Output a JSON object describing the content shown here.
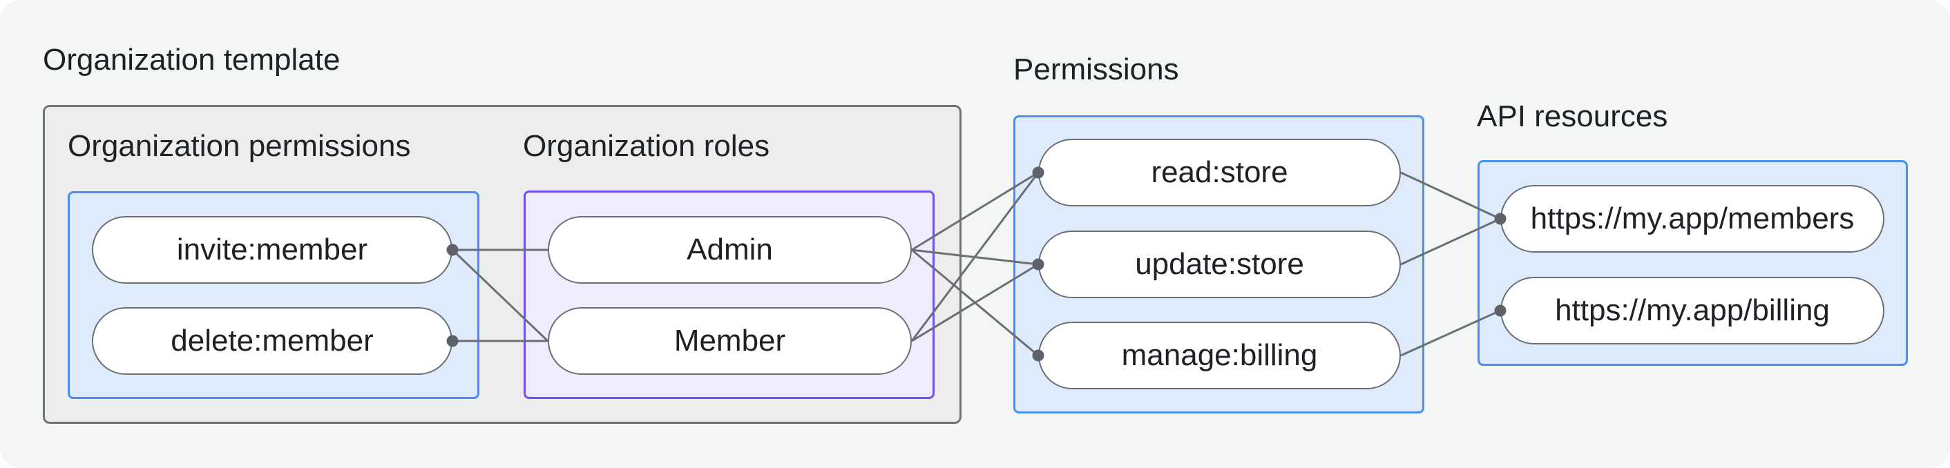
{
  "diagram_title": "Organization template",
  "sections": {
    "org_permissions": {
      "title": "Organization permissions"
    },
    "org_roles": {
      "title": "Organization roles"
    },
    "permissions": {
      "title": "Permissions"
    },
    "api_resources": {
      "title": "API resources"
    }
  },
  "nodes": {
    "invite_member": {
      "label": "invite:member"
    },
    "delete_member": {
      "label": "delete:member"
    },
    "admin": {
      "label": "Admin"
    },
    "member": {
      "label": "Member"
    },
    "read_store": {
      "label": "read:store"
    },
    "update_store": {
      "label": "update:store"
    },
    "manage_billing": {
      "label": "manage:billing"
    },
    "api_members": {
      "label": "https://my.app/members"
    },
    "api_billing": {
      "label": "https://my.app/billing"
    }
  },
  "connections": [
    {
      "from": "invite_member",
      "to": "admin"
    },
    {
      "from": "invite_member",
      "to": "member"
    },
    {
      "from": "delete_member",
      "to": "member"
    },
    {
      "from": "admin",
      "to": "read_store"
    },
    {
      "from": "admin",
      "to": "update_store"
    },
    {
      "from": "admin",
      "to": "manage_billing"
    },
    {
      "from": "member",
      "to": "read_store"
    },
    {
      "from": "member",
      "to": "update_store"
    },
    {
      "from": "read_store",
      "to": "api_members"
    },
    {
      "from": "update_store",
      "to": "api_members"
    },
    {
      "from": "manage_billing",
      "to": "api_billing"
    }
  ],
  "dots": [
    {
      "node": "invite_member",
      "side": "right"
    },
    {
      "node": "delete_member",
      "side": "right"
    },
    {
      "node": "read_store",
      "side": "left"
    },
    {
      "node": "update_store",
      "side": "left"
    },
    {
      "node": "manage_billing",
      "side": "left"
    },
    {
      "node": "api_members",
      "side": "left"
    },
    {
      "node": "api_billing",
      "side": "left"
    }
  ],
  "colors": {
    "background": "#F4F6F5",
    "gray_box_fill": "#ECEDEC",
    "gray_box_border": "#6F7377",
    "blue_box_fill": "#DEEBFB",
    "blue_box_border": "#4A90F2",
    "purple_box_fill": "#F1ECFD",
    "purple_box_border": "#7050F2",
    "line": "#6B6F73",
    "dot": "#5E6266",
    "text": "#1E2226"
  }
}
